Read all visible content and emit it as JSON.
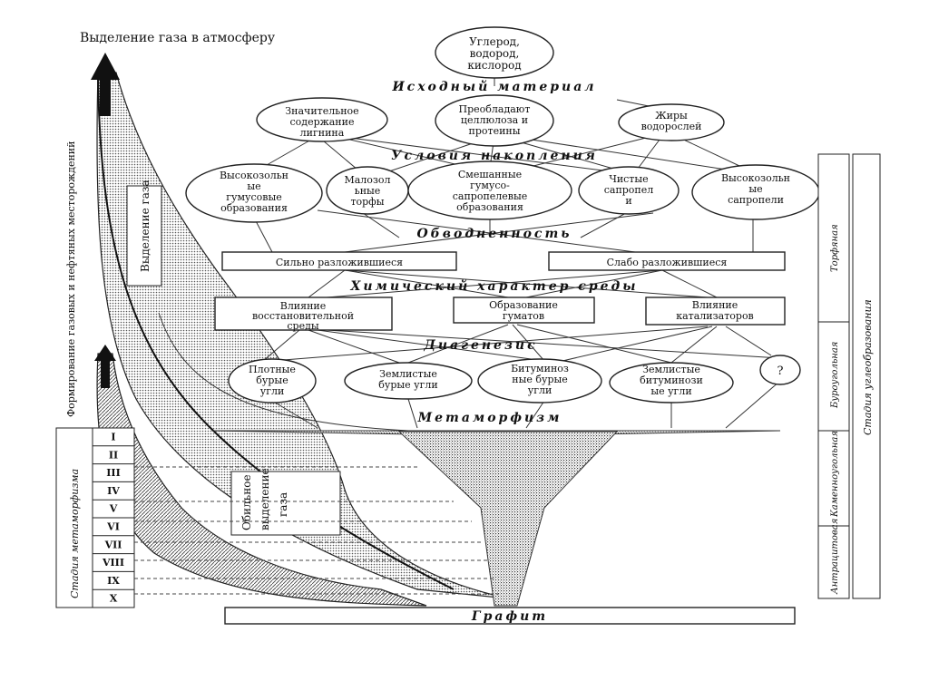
{
  "diagram": {
    "top_label": "Выделение газа в атмосферу",
    "left_vertical_label": "Формирование газовых и нефтяных месторождений",
    "gas_release_label": "Выделение газа",
    "abundant_gas_label": "Обильное выделение газа",
    "metamorphism_stages_label": "Стадия метаморфизма",
    "coalification_label": "Стадия углеобразования",
    "stages_right": [
      "Торфяная",
      "Буроугольная",
      "Каменноугольная",
      "Антрацитовая"
    ],
    "roman": [
      "I",
      "II",
      "III",
      "IV",
      "V",
      "VI",
      "VII",
      "VIII",
      "IX",
      "X"
    ],
    "sections": {
      "source": "Исходный материал",
      "accumulation": "Условия накопления",
      "watering": "Обводненность",
      "chemistry": "Химический характер среды",
      "diagenesis": "Диагенезис",
      "metamorphism": "Метаморфизм"
    },
    "graphite": "Графит",
    "nodes": {
      "carbon": "Углерод, водород, кислород",
      "lignin": "Значительное содержание лигнина",
      "cellulose": "Преобладают целлюлоза и протеины",
      "fats": "Жиры водорослей",
      "high_ash_humus": "Высокозольные гумусовые образования",
      "low_ash_peat": "Малозольные торфы",
      "mixed": "Смешанные гумусо-сапропелевые образования",
      "pure_sapropel": "Чистые сапропели",
      "high_ash_sapropel": "Высокозольные сапропели",
      "strong_decomp": "Сильно разложившиеся",
      "weak_decomp": "Слабо разложившиеся",
      "reducing": "Влияние восстановительной среды",
      "humates": "Образование гуматов",
      "catalysts": "Влияние катализаторов",
      "dense_brown": "Плотные бурые угли",
      "earthy_brown": "Землистые бурые угли",
      "bitum_brown": "Битуминозные бурые угли",
      "earthy_bitum": "Землистые битуминозные угли",
      "unknown": "?"
    }
  }
}
